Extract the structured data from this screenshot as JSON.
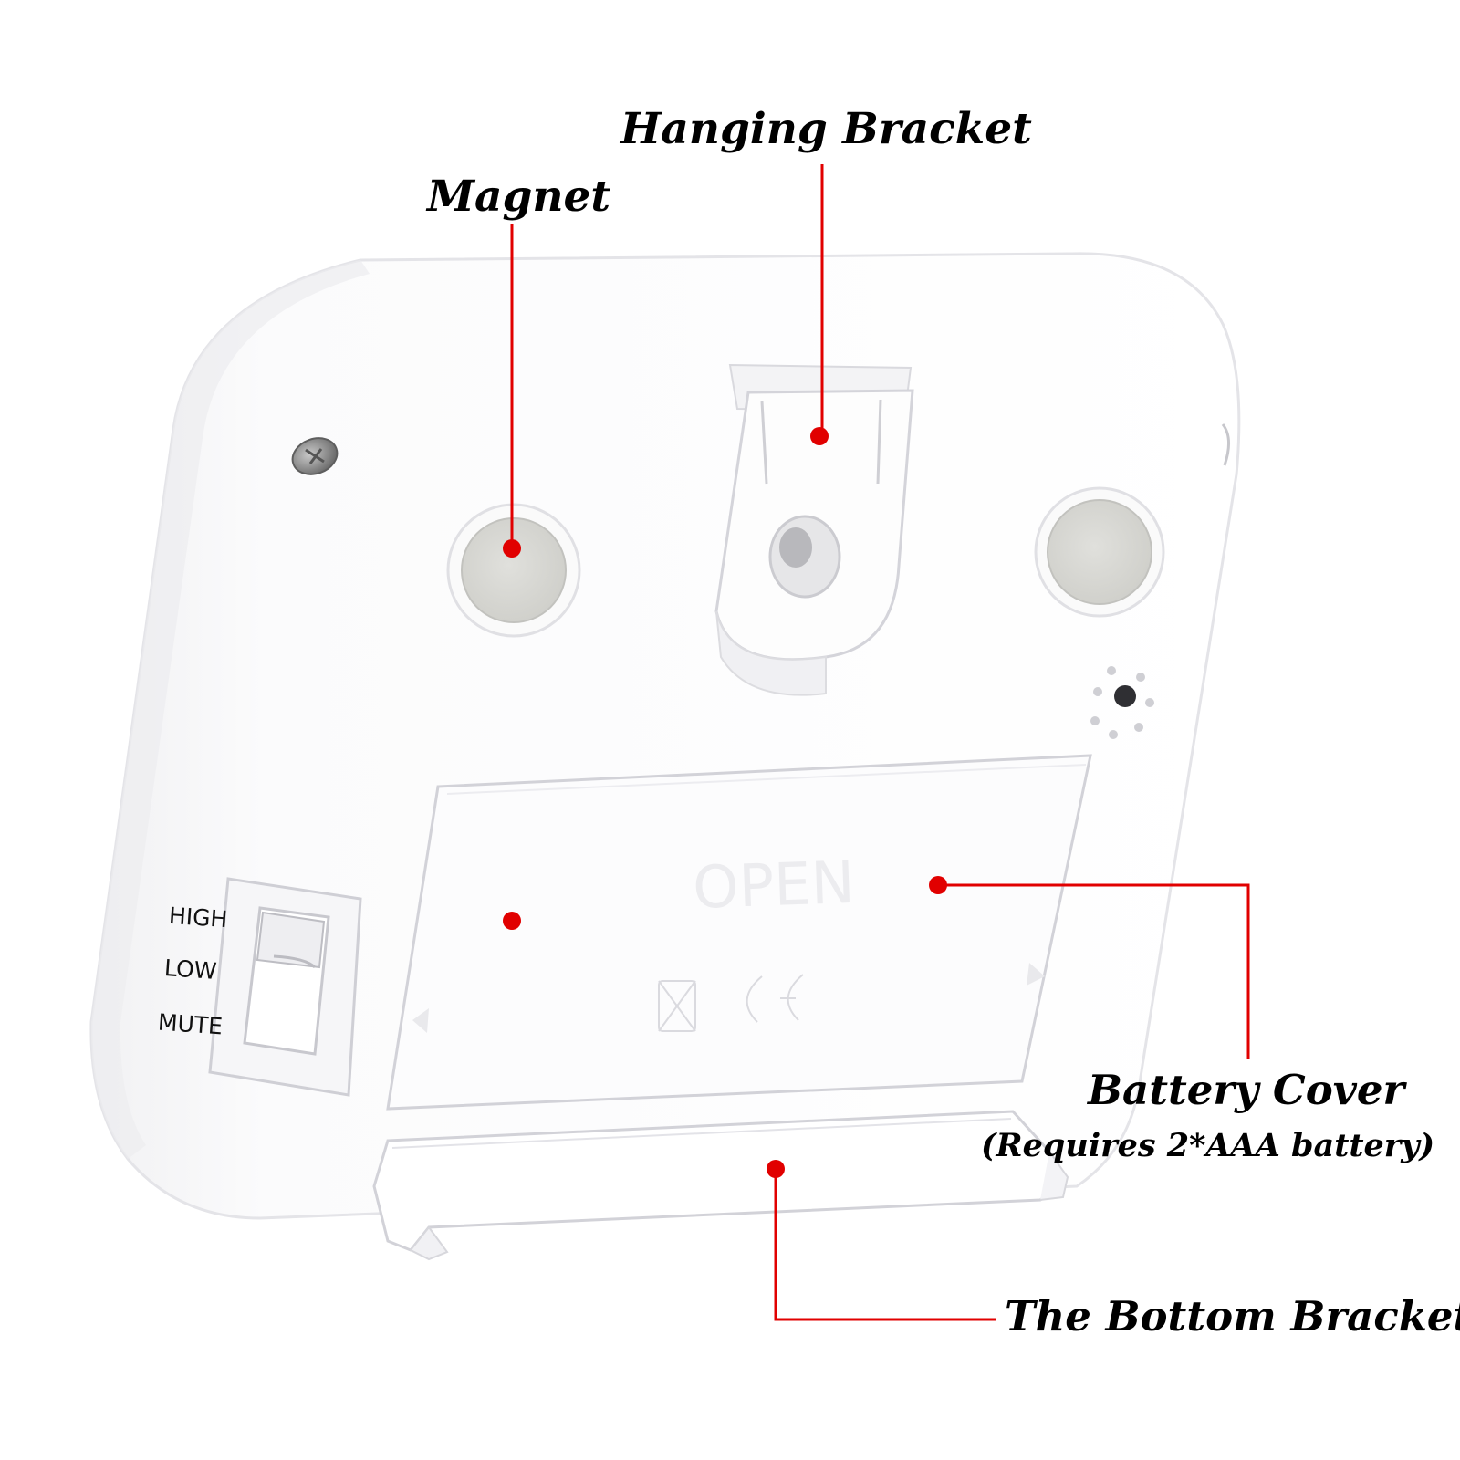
{
  "labels": {
    "hanging_bracket": "Hanging Bracket",
    "magnet": "Magnet",
    "battery_cover": "Battery Cover",
    "battery_requirement": "(Requires 2*AAA battery)",
    "bottom_bracket": "The Bottom Bracket"
  },
  "switch": {
    "high": "HIGH",
    "low": "LOW",
    "mute": "MUTE"
  },
  "colors": {
    "callout": "#e10000",
    "device_body": "#ffffff",
    "magnet_disc": "#d6d6d2",
    "label_text": "#000000"
  }
}
